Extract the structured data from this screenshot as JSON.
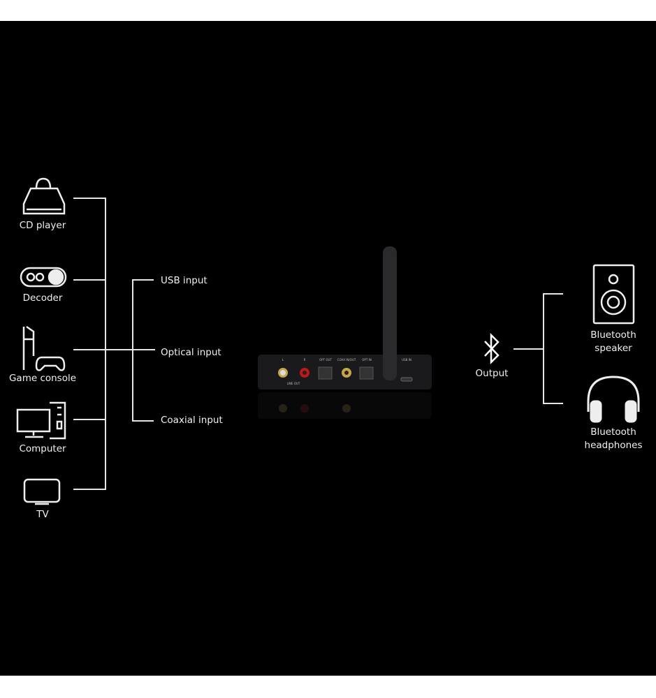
{
  "sources": [
    {
      "label": "CD player",
      "icon": "cd-player-icon"
    },
    {
      "label": "Decoder",
      "icon": "decoder-icon"
    },
    {
      "label": "Game console",
      "icon": "game-console-icon"
    },
    {
      "label": "Computer",
      "icon": "computer-icon"
    },
    {
      "label": "TV",
      "icon": "tv-icon"
    }
  ],
  "inputs": [
    "USB input",
    "Optical input",
    "Coaxial input"
  ],
  "output": {
    "label": "Output",
    "icon": "bluetooth-icon"
  },
  "targets": [
    {
      "label_line1": "Bluetooth",
      "label_line2": "speaker",
      "icon": "speaker-icon"
    },
    {
      "label_line1": "Bluetooth",
      "label_line2": "headphones",
      "icon": "headphones-icon"
    }
  ],
  "device_ports": [
    "L",
    "R",
    "OPT OUT",
    "COAX IN/OUT",
    "OPT IN",
    "USB IN",
    "LINE OUT"
  ],
  "colors": {
    "background": "#000000",
    "line": "#e6e6e6",
    "rca_red": "#c0181a",
    "rca_gold": "#c8a548"
  }
}
